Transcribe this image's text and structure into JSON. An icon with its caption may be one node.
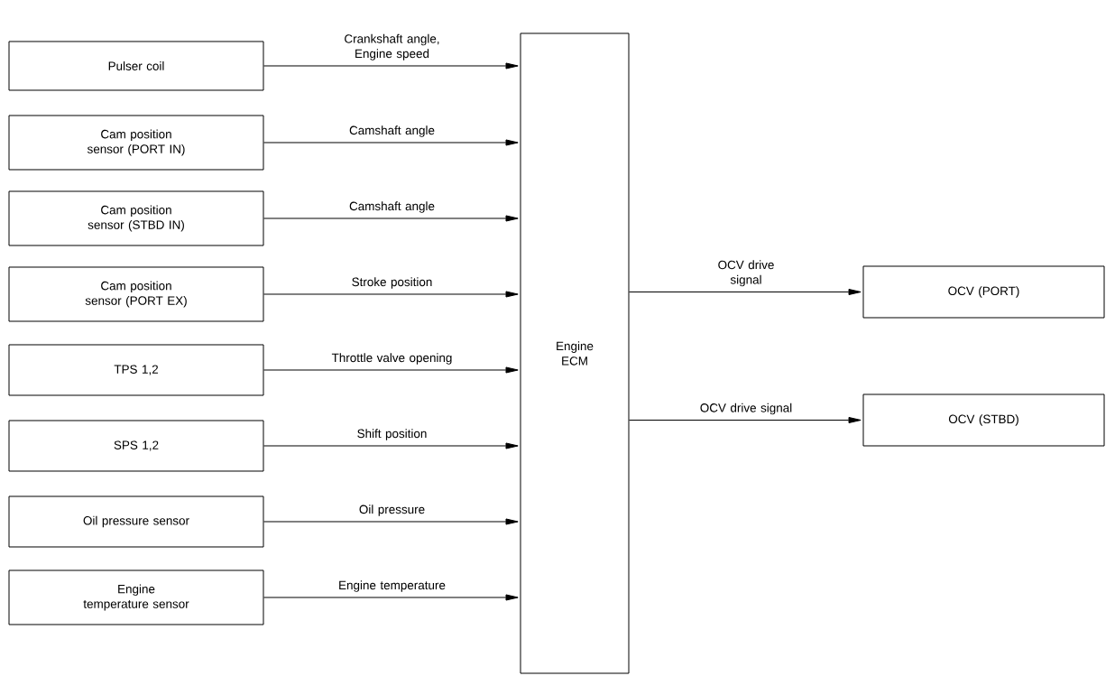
{
  "diagram": {
    "nodes": [
      {
        "text": [
          "Pulser coil"
        ]
      },
      {
        "text": [
          "Cam position sensor (PORT IN)"
        ]
      },
      {
        "text": [
          "Cam position sensor (STBD IN)"
        ]
      },
      {
        "text": [
          "Cam position sensor (PORT EX)"
        ]
      },
      {
        "text": [
          "TPS 1,2"
        ]
      },
      {
        "text": [
          "SPS 1,2"
        ]
      },
      {
        "text": [
          "Oil pressure sensor"
        ]
      },
      {
        "text": [
          "Engine temperature sensor"
        ]
      },
      {
        "text": [
          "Engine ECM"
        ]
      },
      {
        "text": [
          "OCV (PORT)"
        ]
      },
      {
        "text": [
          "OCV (STBD)"
        ]
      }
    ],
    "edges": [
      {
        "from": 0,
        "to": 8,
        "arrow": "to",
        "label": "Crankshaft angle, Engine speed"
      },
      {
        "from": 1,
        "to": 8,
        "arrow": "to",
        "label": "Camshaft angle"
      },
      {
        "from": 2,
        "to": 8,
        "arrow": "to",
        "label": "Camshaft angle"
      },
      {
        "from": 3,
        "to": 8,
        "arrow": "to",
        "label": "Stroke position"
      },
      {
        "from": 4,
        "to": 8,
        "arrow": "to",
        "label": "Throttle valve opening"
      },
      {
        "from": 5,
        "to": 8,
        "arrow": "to",
        "label": "Shift position"
      },
      {
        "from": 6,
        "to": 8,
        "arrow": "to",
        "label": "Oil pressure"
      },
      {
        "from": 7,
        "to": 8,
        "arrow": "to",
        "label": "Engine temperature"
      },
      {
        "from": 8,
        "to": 9,
        "arrow": "to",
        "label": "OCV drive signal"
      },
      {
        "from": 8,
        "to": 10,
        "arrow": "to",
        "label": "OCV drive signal"
      }
    ]
  }
}
